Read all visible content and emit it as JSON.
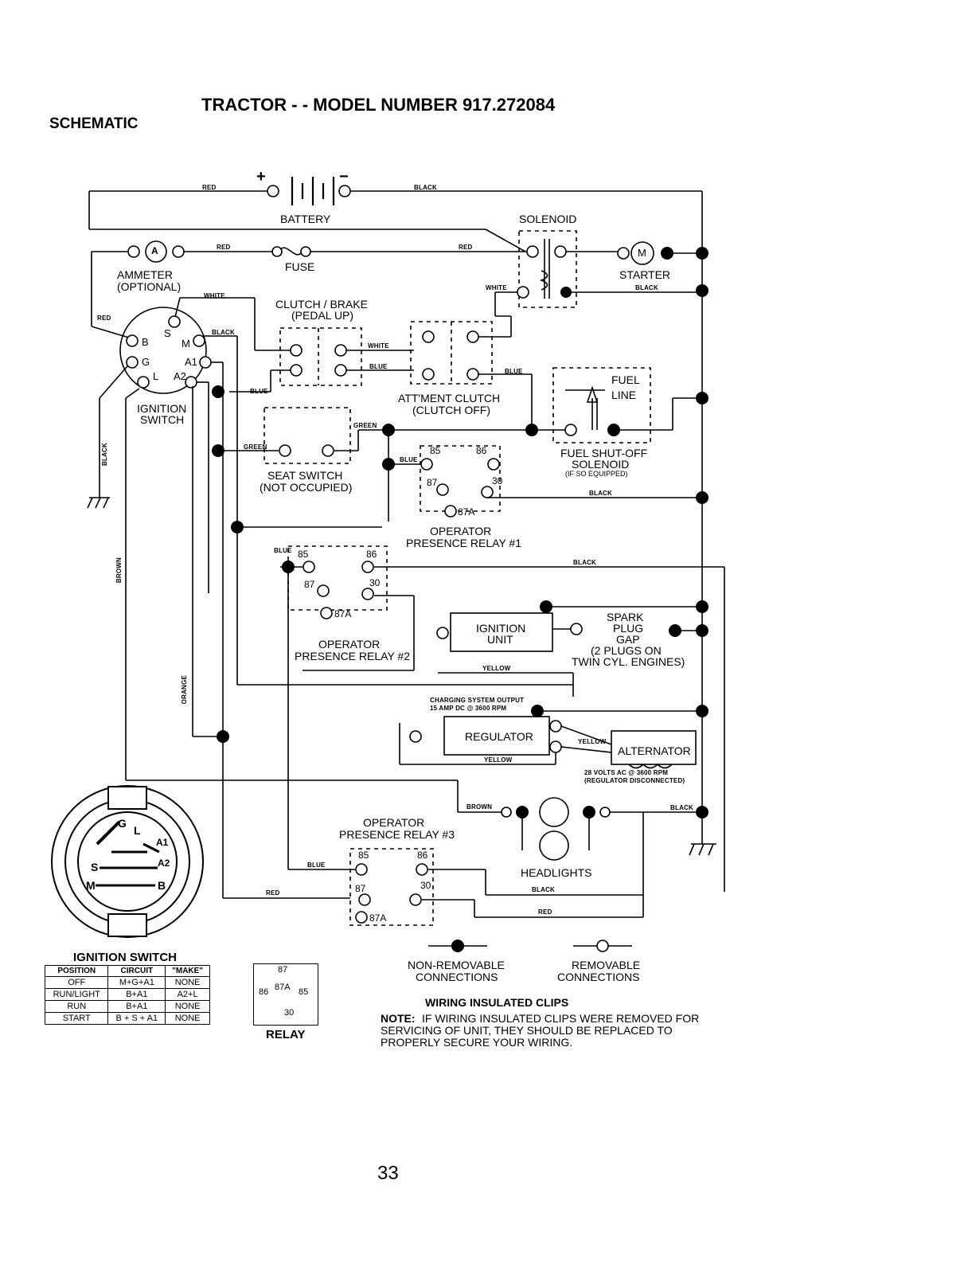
{
  "header": {
    "title": "TRACTOR - - MODEL NUMBER 917.272084",
    "section": "SCHEMATIC"
  },
  "components": {
    "battery": "BATTERY",
    "battery_pos": "+",
    "battery_neg": "−",
    "solenoid": "SOLENOID",
    "ammeter_l1": "AMMETER",
    "ammeter_l2": "(OPTIONAL)",
    "ammeter_symbol": "A",
    "fuse": "FUSE",
    "starter": "STARTER",
    "starter_symbol": "M",
    "clutch_l1": "CLUTCH / BRAKE",
    "clutch_l2": "(PEDAL UP)",
    "attment_l1": "ATT'MENT CLUTCH",
    "attment_l2": "(CLUTCH OFF)",
    "fuel_line_l1": "FUEL",
    "fuel_line_l2": "LINE",
    "fuel_sol_l1": "FUEL SHUT-OFF",
    "fuel_sol_l2": "SOLENOID",
    "fuel_sol_l3": "(IF SO EQUIPPED)",
    "ign_switch_l1": "IGNITION",
    "ign_switch_l2": "SWITCH",
    "seat_l1": "SEAT SWITCH",
    "seat_l2": "(NOT OCCUPIED)",
    "relay1_l1": "OPERATOR",
    "relay1_l2": "PRESENCE RELAY #1",
    "relay2_l1": "OPERATOR",
    "relay2_l2": "PRESENCE RELAY #2",
    "relay3_l1": "OPERATOR",
    "relay3_l2": "PRESENCE RELAY #3",
    "ign_unit_l1": "IGNITION",
    "ign_unit_l2": "UNIT",
    "spark_l1": "SPARK",
    "spark_l2": "PLUG",
    "spark_l3": "GAP",
    "spark_l4": "(2 PLUGS ON",
    "spark_l5": "TWIN CYL. ENGINES)",
    "charging_l1": "CHARGING SYSTEM OUTPUT",
    "charging_l2": "15 AMP DC @ 3600 RPM",
    "regulator": "REGULATOR",
    "alternator": "ALTERNATOR",
    "alt_note_l1": "28 VOLTS AC @ 3600 RPM",
    "alt_note_l2": "(REGULATOR DISCONNECTED)",
    "headlights": "HEADLIGHTS"
  },
  "terminals": {
    "s": "S",
    "b": "B",
    "m": "M",
    "g": "G",
    "a1": "A1",
    "l": "L",
    "a2": "A2",
    "t85": "85",
    "t86": "86",
    "t87": "87",
    "t30": "30",
    "t87a": "87A"
  },
  "wire_colors": {
    "red": "RED",
    "black": "BLACK",
    "white": "WHITE",
    "blue": "BLUE",
    "green": "GREEN",
    "brown": "BROWN",
    "orange": "ORANGE",
    "yellow": "YELLOW"
  },
  "switch_face": {
    "g": "G",
    "l": "L",
    "a1": "A1",
    "s": "S",
    "a2": "A2",
    "m": "M",
    "b": "B"
  },
  "ignition_table": {
    "title": "IGNITION SWITCH",
    "headers": [
      "POSITION",
      "CIRCUIT",
      "\"MAKE\""
    ],
    "rows": [
      [
        "OFF",
        "M+G+A1",
        "NONE"
      ],
      [
        "RUN/LIGHT",
        "B+A1",
        "A2+L"
      ],
      [
        "RUN",
        "B+A1",
        "NONE"
      ],
      [
        "START",
        "B + S + A1",
        "NONE"
      ]
    ]
  },
  "relay_symbol": {
    "label": "RELAY",
    "t87": "87",
    "t86": "86",
    "t87a": "87A",
    "t85": "85",
    "t30": "30"
  },
  "legend": {
    "nonremovable_l1": "NON-REMOVABLE",
    "nonremovable_l2": "CONNECTIONS",
    "removable_l1": "REMOVABLE",
    "removable_l2": "CONNECTIONS"
  },
  "note": {
    "heading": "WIRING INSULATED CLIPS",
    "label": "NOTE:",
    "line1": "IF WIRING INSULATED CLIPS WERE REMOVED FOR",
    "line2": "SERVICING OF UNIT, THEY SHOULD BE REPLACED TO",
    "line3": "PROPERLY SECURE YOUR WIRING."
  },
  "page_number": "33"
}
